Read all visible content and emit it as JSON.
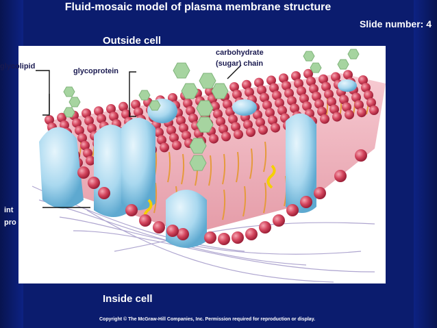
{
  "slide": {
    "title": "Fluid-mosaic model of plasma membrane structure",
    "slide_number": "Slide number: 4",
    "outside_label": "Outside cell",
    "inside_label": "Inside cell",
    "copyright": "Copyright © The McGraw-Hill Companies, Inc. Permission required for reproduction or display."
  },
  "figure": {
    "labels": {
      "glycolipid": "glycolipid",
      "glycoprotein": "glycoprotein",
      "carbohydrate_line1": "carbohydrate",
      "carbohydrate_line2": "(sugar) chain",
      "integral_line1": "int",
      "integral_line2": "pro"
    },
    "colors": {
      "phospholipid_head": "#d4465e",
      "fatty_tail": "#e59a3c",
      "protein": "#a9d8ef",
      "sugar": "#a6d4a0",
      "background": "#0b1c6e"
    }
  }
}
